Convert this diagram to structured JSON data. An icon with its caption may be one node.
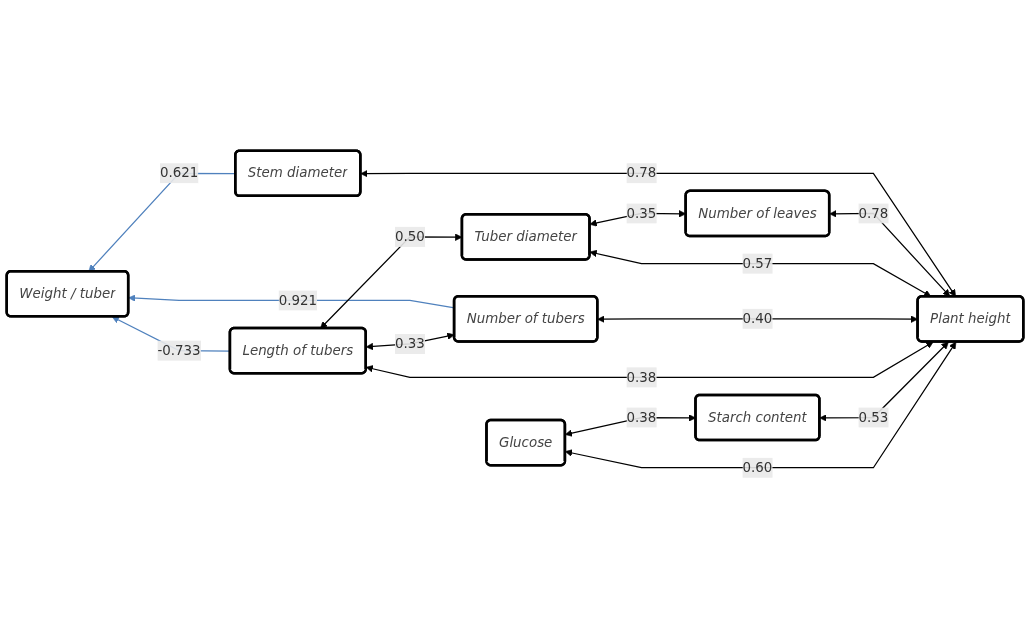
{
  "diagram": {
    "nodes": [
      {
        "text": [
          "Weight / tuber"
        ]
      },
      {
        "text": [
          "Plant height"
        ]
      },
      {
        "text": [
          "Stem diameter"
        ]
      },
      {
        "text": [
          "Number of  leaves"
        ]
      },
      {
        "text": [
          "Tuber diameter"
        ]
      },
      {
        "text": [
          "Number of tubers"
        ]
      },
      {
        "text": [
          "Length of tubers"
        ]
      },
      {
        "text": [
          "Starch content"
        ]
      },
      {
        "text": [
          "Glucose"
        ]
      }
    ],
    "edges": [
      {
        "from": 2,
        "to": 0,
        "arrow": "to",
        "label": "0.621",
        "color": "#4f81bd"
      },
      {
        "from": 5,
        "to": 0,
        "arrow": "to",
        "label": "0.921",
        "color": "#4f81bd"
      },
      {
        "from": 6,
        "to": 0,
        "arrow": "to",
        "label": "-0.733",
        "color": "#4f81bd"
      },
      {
        "from": 1,
        "to": 2,
        "arrow": "both",
        "label": "0.78"
      },
      {
        "from": 1,
        "to": 3,
        "arrow": "both",
        "label": "0.78"
      },
      {
        "from": 1,
        "to": 4,
        "arrow": "both",
        "label": "0.57"
      },
      {
        "from": 1,
        "to": 5,
        "arrow": "both",
        "label": "0.40"
      },
      {
        "from": 1,
        "to": 6,
        "arrow": "both",
        "label": "0.38"
      },
      {
        "from": 1,
        "to": 7,
        "arrow": "both",
        "label": "0.53"
      },
      {
        "from": 1,
        "to": 8,
        "arrow": "both",
        "label": "0.60"
      },
      {
        "from": 3,
        "to": 4,
        "arrow": "both",
        "label": "0.35"
      },
      {
        "from": 4,
        "to": 6,
        "arrow": "both",
        "label": "0.50"
      },
      {
        "from": 5,
        "to": 6,
        "arrow": "both",
        "label": "0.33"
      },
      {
        "from": 7,
        "to": 8,
        "arrow": "both",
        "label": "0.38"
      }
    ]
  }
}
